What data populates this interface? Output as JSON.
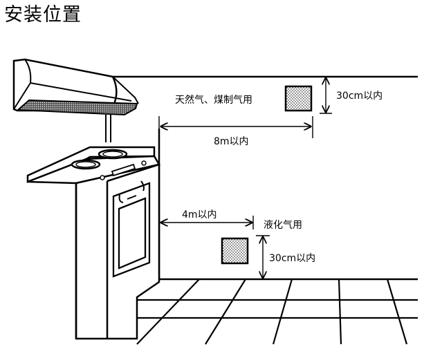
{
  "title": "安装位置",
  "labels": {
    "natural_gas": "天然气、煤制气用",
    "lpg": "液化气用",
    "upper_height": "30cm以内",
    "upper_distance": "8m以内",
    "lower_distance": "4m以内",
    "lower_height": "30cm以内"
  }
}
